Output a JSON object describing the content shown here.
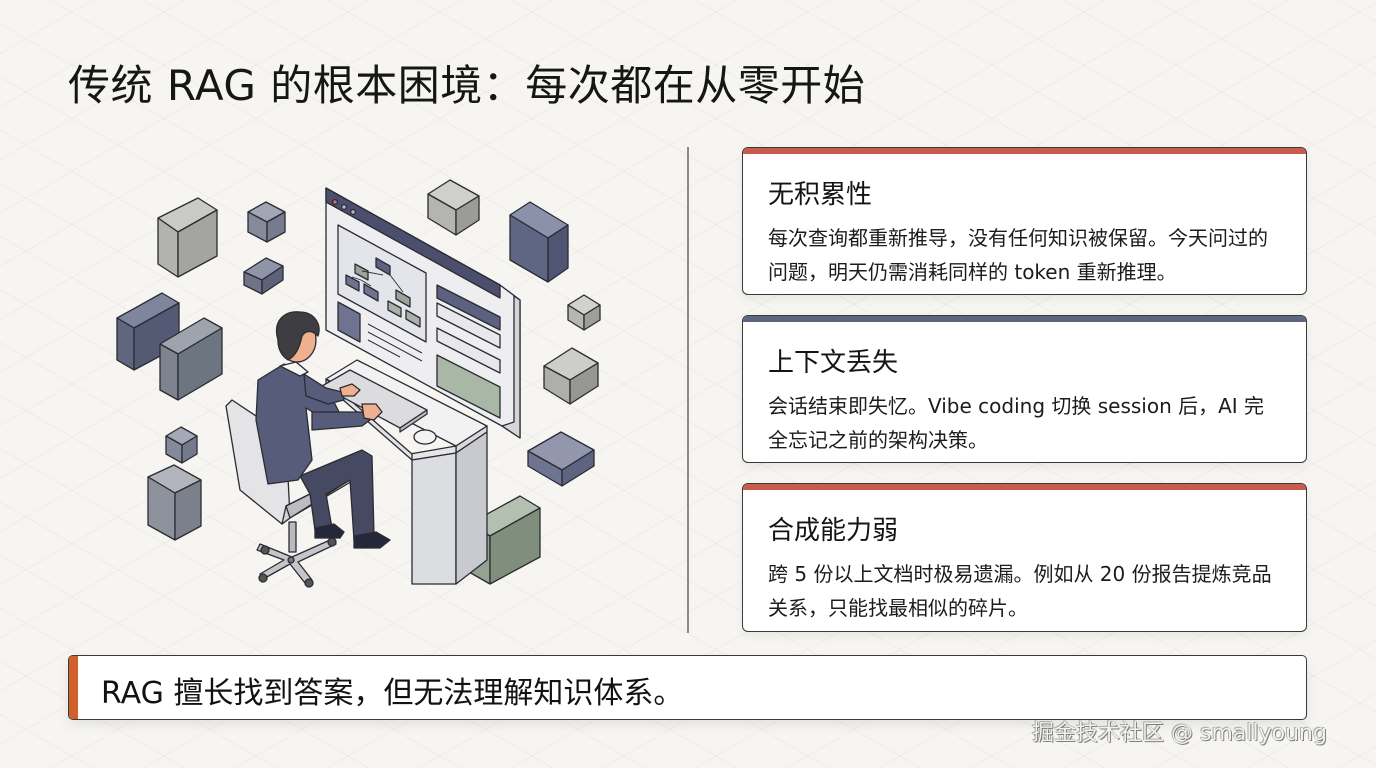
{
  "title": "传统 RAG 的根本困境：每次都在从零开始",
  "colors": {
    "background": "#f6f5f1",
    "accent_red": "#c95a4e",
    "accent_slate": "#5c6680",
    "accent_orange": "#d2602c",
    "divider": "#8a8a86"
  },
  "illustration": {
    "icon": "isometric-developer-at-computer-illustration",
    "description": "Person in suit at desk typing on keyboard in front of a large monitor showing a tree diagram and list panels, surrounded by floating gray, slate and green cubes"
  },
  "cards": [
    {
      "title": "无积累性",
      "body": "每次查询都重新推导，没有任何知识被保留。今天问过的问题，明天仍需消耗同样的 token 重新推理。",
      "bar_color": "#c95a4e"
    },
    {
      "title": "上下文丢失",
      "body": "会话结束即失忆。Vibe coding 切换 session 后，AI 完全忘记之前的架构决策。",
      "bar_color": "#5c6680"
    },
    {
      "title": "合成能力弱",
      "body": "跨 5 份以上文档时极易遗漏。例如从 20 份报告提炼竞品关系，只能找最相似的碎片。",
      "bar_color": "#c95a4e"
    }
  ],
  "summary": {
    "text": "RAG 擅长找到答案，但无法理解知识体系。",
    "accent_color": "#d2602c"
  },
  "watermark": "掘金技术社区 @ smallyoung"
}
